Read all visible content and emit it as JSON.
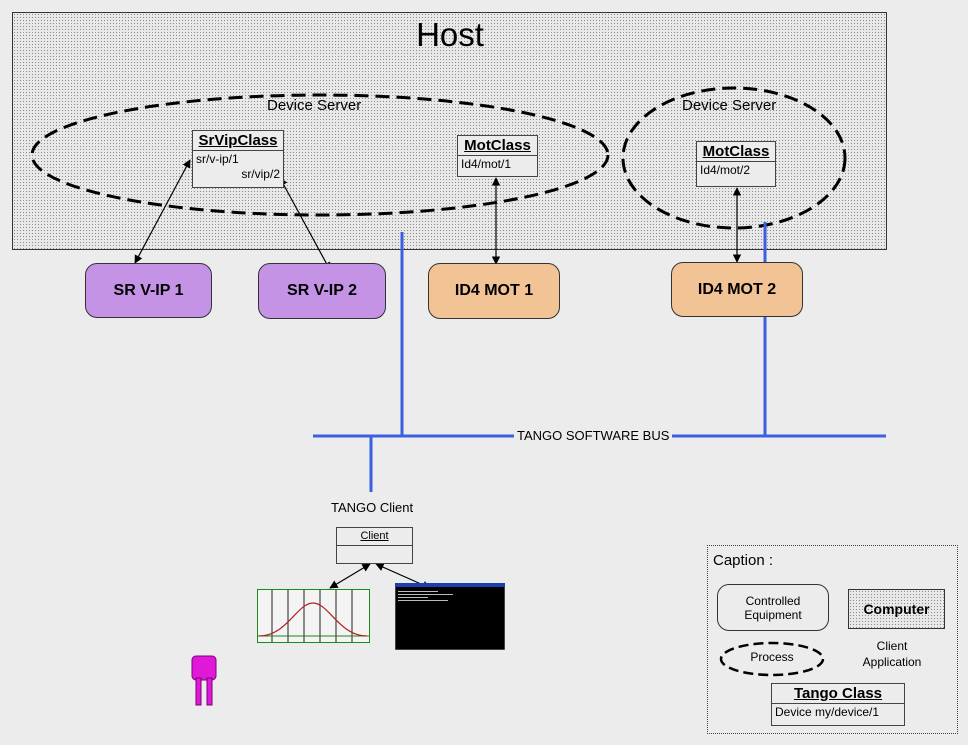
{
  "host": {
    "title": "Host"
  },
  "device_servers": [
    {
      "label": "Device Server"
    },
    {
      "label": "Device Server"
    }
  ],
  "classes": {
    "srvip": {
      "name": "SrVipClass",
      "devices": [
        "sr/v-ip/1",
        "sr/vip/2"
      ]
    },
    "mot1": {
      "name": "MotClass",
      "devices": [
        "Id4/mot/1"
      ]
    },
    "mot2": {
      "name": "MotClass",
      "devices": [
        "Id4/mot/2"
      ]
    }
  },
  "equipment": [
    "SR V-IP 1",
    "SR V-IP 2",
    "ID4 MOT 1",
    "ID4 MOT 2"
  ],
  "bus": {
    "label": "TANGO SOFTWARE BUS"
  },
  "client": {
    "title": "TANGO Client",
    "class_name": "Client"
  },
  "caption": {
    "title": "Caption :",
    "controlled_equipment": "Controlled Equipment",
    "computer": "Computer",
    "process": "Process",
    "client_application": "Client Application",
    "tango_class": "Tango Class",
    "device": "Device my/device/1"
  },
  "colors": {
    "purple": "#c593e5",
    "orange": "#f1c395",
    "bus": "#3a5fe0",
    "person": "#e018d8"
  },
  "icons": [
    "person-icon",
    "gaussian-plot-icon",
    "terminal-icon"
  ]
}
